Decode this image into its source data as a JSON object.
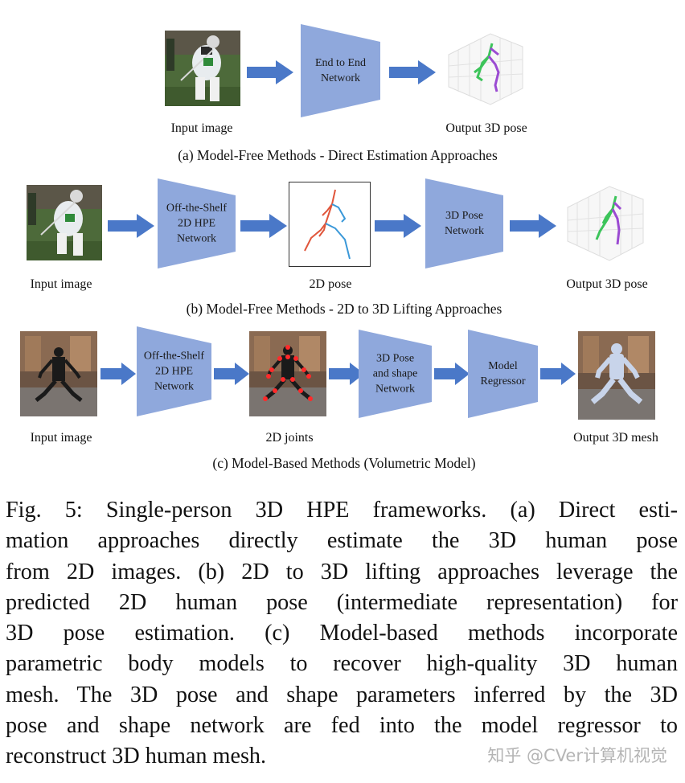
{
  "colors": {
    "network": "#8fa8dc",
    "arrow": "#4a78c8",
    "pose_left": "#e0553a",
    "pose_right": "#3a98d8",
    "pose3d_green": "#3cc45a",
    "pose3d_purple": "#9b4bd2",
    "joint_red": "#ff2a2a"
  },
  "row_a": {
    "input_label": "Input image",
    "network": "End to End\nNetwork",
    "output_label": "Output 3D pose",
    "caption": "(a) Model-Free Methods - Direct Estimation Approaches"
  },
  "row_b": {
    "input_label": "Input image",
    "network1": "Off-the-Shelf\n2D HPE\nNetwork",
    "pose2d_label": "2D pose",
    "network2": "3D Pose\nNetwork",
    "output_label": "Output 3D pose",
    "caption": "(b) Model-Free Methods - 2D to 3D Lifting Approaches"
  },
  "row_c": {
    "input_label": "Input image",
    "network1": "Off-the-Shelf\n2D HPE\nNetwork",
    "joints_label": "2D joints",
    "network2": "3D Pose\nand shape\nNetwork",
    "network3": "Model\nRegressor",
    "output_label": "Output 3D mesh",
    "caption": "(c) Model-Based Methods (Volumetric Model)"
  },
  "figure_caption": {
    "lines": [
      "Fig. 5: Single-person 3D HPE frameworks. (a) Direct esti-",
      "mation approaches directly estimate the 3D human pose",
      "from 2D images. (b) 2D to 3D lifting approaches leverage the",
      "predicted 2D human pose (intermediate representation) for",
      "3D pose estimation. (c) Model-based methods incorporate",
      "parametric body models to recover high-quality 3D human",
      "mesh. The 3D pose and shape parameters inferred by the 3D",
      "pose and shape network are fed into the model regressor to",
      "reconstruct 3D human mesh."
    ]
  },
  "watermark": "知乎 @CVer计算机视觉"
}
